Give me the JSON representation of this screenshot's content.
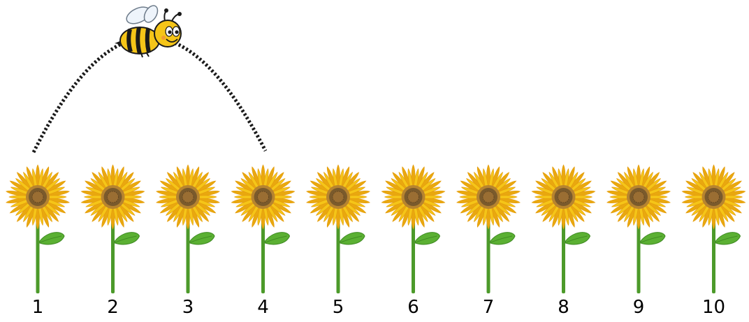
{
  "flowers": [
    {
      "label": "1"
    },
    {
      "label": "2"
    },
    {
      "label": "3"
    },
    {
      "label": "4"
    },
    {
      "label": "5"
    },
    {
      "label": "6"
    },
    {
      "label": "7"
    },
    {
      "label": "8"
    },
    {
      "label": "9"
    },
    {
      "label": "10"
    }
  ],
  "jump": {
    "from": "1",
    "to": "4"
  },
  "icons": {
    "flower": "sunflower-icon",
    "jumper": "bee-icon",
    "path": "dotted-arc"
  },
  "colors": {
    "petal": "#f5c518",
    "petal_outline": "#e39a0c",
    "center": "#7a5a2c",
    "center_ring": "#b7842f",
    "stem": "#4c9a2a",
    "leaf": "#5bb033",
    "bee_body": "#f5c518",
    "bee_stripe": "#1a1a1a",
    "arc": "#1a1a1a"
  }
}
